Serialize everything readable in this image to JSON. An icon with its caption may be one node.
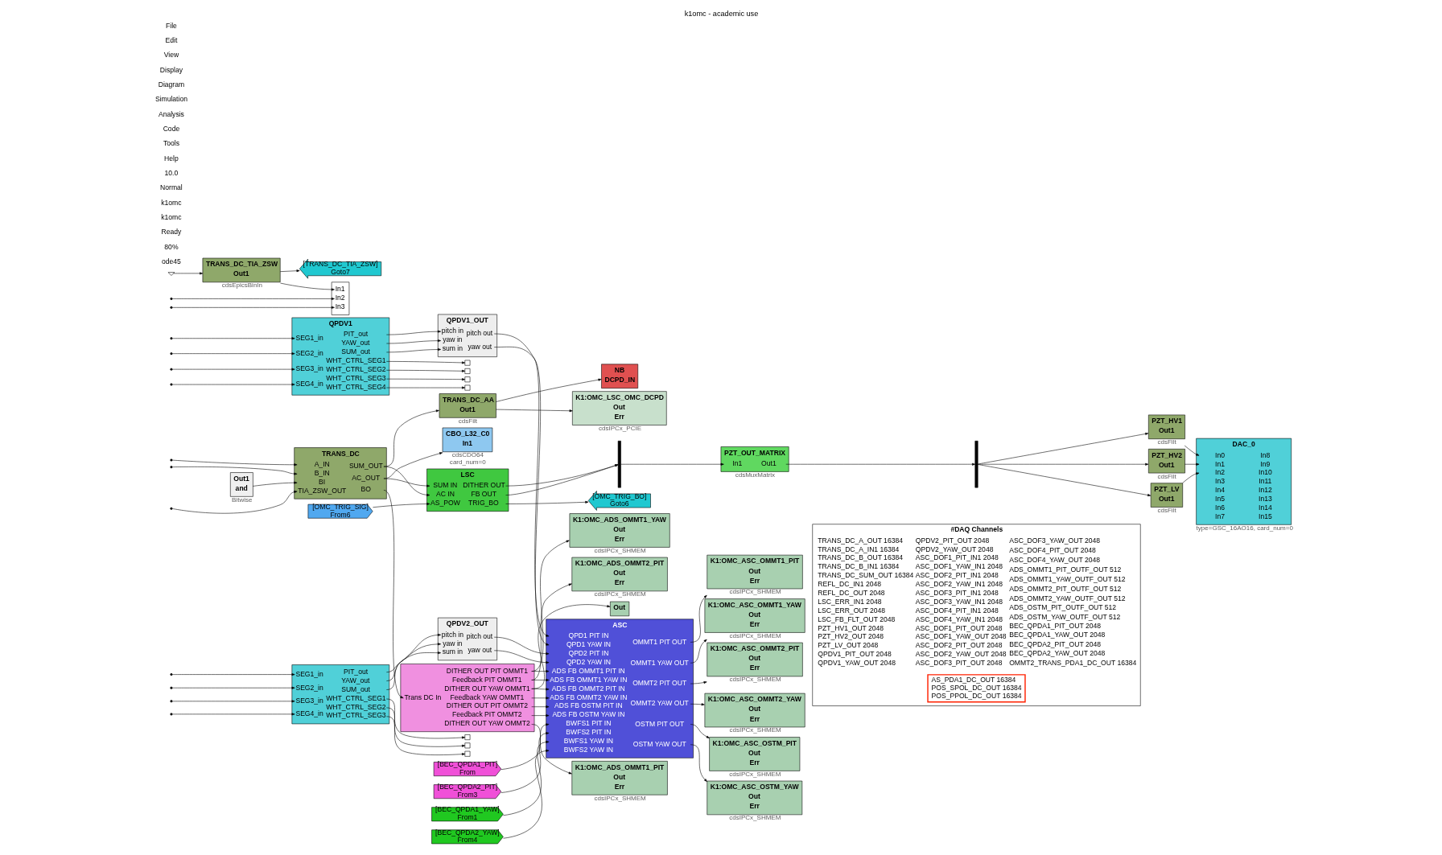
{
  "diagram": {
    "title": "k1omc - academic use",
    "nodes": [
      {
        "text": [
          "Out1",
          "and"
        ],
        "beside": [
          "Bitwise"
        ]
      },
      {
        "text": [
          "TRANS_DC",
          "A_IN",
          "B_IN",
          "BI",
          "TIA_ZSW_OUT",
          "SUM_OUT",
          "AC_OUT",
          "BO"
        ]
      },
      {
        "text": [
          "TRANS_DC_AA",
          "Out1"
        ],
        "beside": [
          "cdsFilt"
        ]
      },
      {
        "text": [
          "K1:OMC_LSC_OMC_DCPD",
          "Out",
          "Err"
        ],
        "beside": [
          "cdsIPCx_PCIE"
        ]
      },
      {
        "text": [
          "NB",
          "DCPD_IN"
        ]
      },
      {
        "text": [
          "CBO_L32_C0",
          "In1"
        ],
        "beside": [
          "cdsCDO64",
          "card_num=0"
        ]
      },
      {
        "text": [
          "LSC",
          "SUM IN",
          "AC IN",
          "AS_POW",
          "DITHER OUT",
          "FB OUT",
          "TRIG_BO"
        ]
      },
      {
        "text": [
          "[OMC_TRIG_SIG]",
          "From6"
        ]
      },
      {
        "text": [
          "[OMC_TRIG_BO]",
          "Goto6"
        ]
      },
      {
        "text": [],
        "shape": "bar"
      },
      {
        "text": [
          "PZT_OUT_MATRIX",
          "In1",
          "Out1"
        ],
        "beside": [
          "cdsMuxMatrix"
        ]
      },
      {
        "text": [],
        "shape": "bar"
      },
      {
        "text": [
          "PZT_HV1",
          "Out1"
        ],
        "beside": [
          "cdsFilt"
        ]
      },
      {
        "text": [
          "PZT_HV2",
          "Out1"
        ],
        "beside": [
          "cdsFilt"
        ]
      },
      {
        "text": [
          "PZT_LV",
          "Out1"
        ],
        "beside": [
          "cdsFilt"
        ]
      },
      {
        "text": [
          "DAC_0",
          "In0",
          "In1",
          "In2",
          "In3",
          "In4",
          "In5",
          "In6",
          "In7",
          "In8",
          "In9",
          "In10",
          "In11",
          "In12",
          "In13",
          "In14",
          "In15"
        ],
        "beside": [
          "type=GSC_16AO16, card_num=0"
        ]
      },
      {
        "text": [
          "#DAQ Channels",
          "TRANS_DC_A_OUT 16384",
          "TRANS_DC_A_IN1 16384",
          "TRANS_DC_B_OUT 16384",
          "TRANS_DC_B_IN1 16384",
          "TRANS_DC_SUM_OUT 16384",
          "REFL_DC_IN1 2048",
          "REFL_DC_OUT 2048",
          "LSC_ERR_IN1 2048",
          "LSC_ERR_OUT 2048",
          "LSC_FB_FLT_OUT 2048",
          "PZT_HV1_OUT 2048",
          "PZT_HV2_OUT 2048",
          "PZT_LV_OUT 2048",
          "QPDV1_PIT_OUT 2048",
          "QPDV1_YAW_OUT 2048",
          "QPDV2_PIT_OUT 2048",
          "QPDV2_YAW_OUT 2048",
          "ASC_DOF1_PIT_IN1 2048",
          "ASC_DOF1_YAW_IN1 2048",
          "ASC_DOF2_PIT_IN1 2048",
          "ASC_DOF2_YAW_IN1 2048",
          "ASC_DOF3_PIT_IN1 2048",
          "ASC_DOF3_YAW_IN1 2048",
          "ASC_DOF4_PIT_IN1 2048",
          "ASC_DOF4_YAW_IN1 2048",
          "ASC_DOF1_PIT_OUT 2048",
          "ASC_DOF1_YAW_OUT 2048",
          "ASC_DOF2_PIT_OUT 2048",
          "ASC_DOF2_YAW_OUT 2048",
          "ASC_DOF3_PIT_OUT 2048",
          "ASC_DOF3_YAW_OUT 2048",
          "ASC_DOF4_PIT_OUT 2048",
          "ASC_DOF4_YAW_OUT 2048",
          "ADS_OMMT1_PIT_OUTF_OUT 512",
          "ADS_OMMT1_YAW_OUTF_OUT 512",
          "ADS_OMMT2_PIT_OUTF_OUT 512",
          "ADS_OMMT2_YAW_OUTF_OUT 512",
          "ADS_OSTM_PIT_OUTF_OUT 512",
          "ADS_OSTM_YAW_OUTF_OUT 512",
          "BEC_QPDA1_PIT_OUT 2048",
          "BEC_QPDA1_YAW_OUT 2048",
          "BEC_QPDA2_PIT_OUT 2048",
          "BEC_QPDA2_YAW_OUT 2048",
          "OMMT2_TRANS_PDA1_DC_OUT 16384"
        ]
      },
      {
        "text": [
          "AS_PDA1_DC_OUT 16384",
          "POS_SPOL_DC_OUT 16384",
          "POS_PPOL_DC_OUT 16384"
        ],
        "in": 16
      },
      {
        "text": [
          "QPDV1",
          "SEG1_in",
          "SEG2_in",
          "SEG3_in",
          "SEG4_in",
          "PIT_out",
          "YAW_out",
          "SUM_out",
          "WHT_CTRL_SEG1",
          "WHT_CTRL_SEG2",
          "WHT_CTRL_SEG3",
          "WHT_CTRL_SEG4"
        ]
      },
      {
        "text": [
          "QPDV1_OUT",
          "pitch in",
          "yaw in",
          "sum in",
          "pitch out",
          "yaw out"
        ]
      },
      {
        "text": [
          "QPDV2_OUT",
          "pitch in",
          "yaw in",
          "sum in",
          "pitch out",
          "yaw out"
        ]
      },
      {
        "text": [
          "SEG1_in",
          "SEG2_in",
          "SEG3_in",
          "SEG4_in",
          "PIT_out",
          "YAW_out",
          "SUM_out",
          "WHT_CTRL_SEG1",
          "WHT_CTRL_SEG2",
          "WHT_CTRL_SEG3"
        ]
      },
      {
        "text": [],
        "shape": "terminator"
      },
      {
        "text": [],
        "shape": "terminator"
      },
      {
        "text": [],
        "shape": "terminator"
      },
      {
        "text": [],
        "shape": "terminator"
      },
      {
        "text": [],
        "shape": "terminator"
      },
      {
        "text": [],
        "shape": "terminator"
      },
      {
        "text": [],
        "shape": "terminator"
      },
      {
        "text": [
          "ASC",
          "QPD1 PIT IN",
          "QPD1 YAW IN",
          "QPD2 PIT IN",
          "QPD2 YAW IN",
          "ADS FB OMMT1 PIT IN",
          "ADS FB OMMT1 YAW IN",
          "ADS FB OMMT2 PIT IN",
          "ADS FB OMMT2 YAW IN",
          "ADS FB OSTM PIT IN",
          "ADS FB OSTM YAW IN",
          "BWFS1 PIT IN",
          "BWFS2 PIT IN",
          "BWFS1 YAW IN",
          "BWFS2 YAW IN",
          "OMMT1 PIT OUT",
          "OMMT1 YAW OUT",
          "OMMT2 PIT OUT",
          "OMMT2 YAW OUT",
          "OSTM PIT OUT",
          "OSTM YAW OUT"
        ]
      },
      {
        "text": [
          "K1:OMC_ASC_OMMT1_PIT",
          "Out",
          "Err"
        ],
        "beside": [
          "cdsIPCx_SHMEM"
        ]
      },
      {
        "text": [
          "K1:OMC_ASC_OMMT1_YAW",
          "Out",
          "Err"
        ],
        "beside": [
          "cdsIPCx_SHMEM"
        ]
      },
      {
        "text": [
          "K1:OMC_ASC_OMMT2_PIT",
          "Out",
          "Err"
        ],
        "beside": [
          "cdsIPCx_SHMEM"
        ]
      },
      {
        "text": [
          "K1:OMC_ASC_OMMT2_YAW",
          "Out",
          "Err"
        ],
        "beside": [
          "cdsIPCx_SHMEM"
        ]
      },
      {
        "text": [
          "K1:OMC_ASC_OSTM_PIT",
          "Out",
          "Err"
        ],
        "beside": [
          "cdsIPCx_SHMEM"
        ]
      },
      {
        "text": [
          "K1:OMC_ASC_OSTM_YAW",
          "Out",
          "Err"
        ],
        "beside": [
          "cdsIPCx_SHMEM"
        ]
      },
      {
        "text": [
          "[BEC_QPDA1_PIT]",
          "From"
        ]
      },
      {
        "text": [
          "[BEC_QPDA2_PIT]",
          "From3"
        ]
      },
      {
        "text": [
          "[BEC_QPDA1_YAW]",
          "From1"
        ]
      },
      {
        "text": [
          "[BEC_QPDA2_YAW]",
          "From4"
        ]
      },
      {
        "text": [
          "Trans DC In",
          "DITHER OUT PIT OMMT1",
          "Feedback PIT OMMT1",
          "DITHER OUT YAW OMMT1",
          "Feedback YAW OMMT1",
          "DITHER OUT PIT OMMT2",
          "Feedback PIT OMMT2",
          "DITHER OUT YAW OMMT2"
        ]
      },
      {
        "text": [
          "K1:OMC_ADS_OMMT1_PIT",
          "Out",
          "Err"
        ],
        "beside": [
          "cdsIPCx_SHMEM"
        ]
      },
      {
        "text": [
          "K1:OMC_ADS_OMMT1_YAW",
          "Out",
          "Err"
        ],
        "beside": [
          "cdsIPCx_SHMEM"
        ]
      },
      {
        "text": [
          "K1:OMC_ADS_OMMT2_PIT",
          "Out",
          "Err"
        ],
        "beside": [
          "cdsIPCx_SHMEM"
        ]
      },
      {
        "text": [
          "Out"
        ]
      },
      {
        "text": [],
        "shape": "ground"
      },
      {
        "text": [
          "TRANS_DC_TIA_ZSW",
          "Out1"
        ],
        "beside": [
          "cdsEpicsBinIn"
        ]
      },
      {
        "text": [
          "[TRANS_DC_TIA_ZSW]",
          "Goto7"
        ]
      },
      {
        "text": [
          "In1",
          "In2",
          "In3"
        ]
      }
    ],
    "edges": [
      {
        "from": null,
        "to": 1,
        "arrow": "to"
      },
      {
        "from": null,
        "to": 1,
        "arrow": "to"
      },
      {
        "from": 0,
        "to": 1,
        "arrow": "to"
      },
      {
        "from": null,
        "to": 1,
        "arrow": "to"
      },
      {
        "from": 1,
        "to": 2,
        "arrow": "to"
      },
      {
        "from": 2,
        "to": 3,
        "arrow": "to"
      },
      {
        "from": 2,
        "to": 4,
        "arrow": "to"
      },
      {
        "from": 1,
        "to": 6,
        "arrow": "to"
      },
      {
        "from": 1,
        "to": 40,
        "arrow": "to"
      },
      {
        "from": 1,
        "to": 6,
        "arrow": "to"
      },
      {
        "from": 1,
        "to": 5,
        "arrow": "to"
      },
      {
        "from": 7,
        "to": 6,
        "arrow": "to"
      },
      {
        "from": 6,
        "to": 9,
        "arrow": "to"
      },
      {
        "from": 6,
        "to": 9,
        "arrow": "to"
      },
      {
        "from": 6,
        "to": 8,
        "arrow": "to"
      },
      {
        "from": 9,
        "to": 10,
        "arrow": "to"
      },
      {
        "from": 10,
        "to": 11,
        "arrow": "to"
      },
      {
        "from": 11,
        "to": 12,
        "arrow": "to"
      },
      {
        "from": 11,
        "to": 13,
        "arrow": "to"
      },
      {
        "from": 11,
        "to": 14,
        "arrow": "to"
      },
      {
        "from": 12,
        "to": 15,
        "arrow": "to"
      },
      {
        "from": 13,
        "to": 15,
        "arrow": "to"
      },
      {
        "from": 14,
        "to": 15,
        "arrow": "to"
      },
      {
        "from": null,
        "to": 18,
        "arrow": "to"
      },
      {
        "from": null,
        "to": 18,
        "arrow": "to"
      },
      {
        "from": null,
        "to": 18,
        "arrow": "to"
      },
      {
        "from": null,
        "to": 18,
        "arrow": "to"
      },
      {
        "from": 18,
        "to": 19,
        "arrow": "to"
      },
      {
        "from": 18,
        "to": 19,
        "arrow": "to"
      },
      {
        "from": 18,
        "to": 19,
        "arrow": "to"
      },
      {
        "from": 18,
        "to": 22,
        "arrow": "to"
      },
      {
        "from": 18,
        "to": 23,
        "arrow": "to"
      },
      {
        "from": 18,
        "to": 24,
        "arrow": "to"
      },
      {
        "from": 18,
        "to": 25,
        "arrow": "to"
      },
      {
        "from": null,
        "to": 21,
        "arrow": "to"
      },
      {
        "from": null,
        "to": 21,
        "arrow": "to"
      },
      {
        "from": null,
        "to": 21,
        "arrow": "to"
      },
      {
        "from": null,
        "to": 21,
        "arrow": "to"
      },
      {
        "from": 21,
        "to": 20,
        "arrow": "to"
      },
      {
        "from": 21,
        "to": 20,
        "arrow": "to"
      },
      {
        "from": 21,
        "to": 20,
        "arrow": "to"
      },
      {
        "from": 21,
        "to": 26,
        "arrow": "to"
      },
      {
        "from": 21,
        "to": 27,
        "arrow": "to"
      },
      {
        "from": 21,
        "to": 28,
        "arrow": "to"
      },
      {
        "from": 19,
        "to": 29,
        "arrow": "to"
      },
      {
        "from": 19,
        "to": 29,
        "arrow": "to"
      },
      {
        "from": 20,
        "to": 29,
        "arrow": "to"
      },
      {
        "from": 20,
        "to": 29,
        "arrow": "to"
      },
      {
        "from": 40,
        "to": 29,
        "arrow": "to"
      },
      {
        "from": 40,
        "to": 29,
        "arrow": "to"
      },
      {
        "from": 40,
        "to": 29,
        "arrow": "to"
      },
      {
        "from": 40,
        "to": 29,
        "arrow": "to"
      },
      {
        "from": 40,
        "to": 29,
        "arrow": "to"
      },
      {
        "from": 40,
        "to": 29,
        "arrow": "to"
      },
      {
        "from": 36,
        "to": 29,
        "arrow": "to"
      },
      {
        "from": 37,
        "to": 29,
        "arrow": "to"
      },
      {
        "from": 38,
        "to": 29,
        "arrow": "to"
      },
      {
        "from": 39,
        "to": 29,
        "arrow": "to"
      },
      {
        "from": 29,
        "to": 30,
        "arrow": "to"
      },
      {
        "from": 29,
        "to": 31,
        "arrow": "to"
      },
      {
        "from": 29,
        "to": 32,
        "arrow": "to"
      },
      {
        "from": 29,
        "to": 33,
        "arrow": "to"
      },
      {
        "from": 29,
        "to": 34,
        "arrow": "to"
      },
      {
        "from": 29,
        "to": 35,
        "arrow": "to"
      },
      {
        "from": 40,
        "to": 41,
        "arrow": "to"
      },
      {
        "from": 40,
        "to": 42,
        "arrow": "to"
      },
      {
        "from": 40,
        "to": 43,
        "arrow": "to"
      },
      {
        "from": 40,
        "to": 44,
        "arrow": "to"
      },
      {
        "from": 45,
        "to": 46,
        "arrow": "to"
      },
      {
        "from": 46,
        "to": 47,
        "arrow": "to"
      },
      {
        "from": 46,
        "to": 48,
        "arrow": "to"
      },
      {
        "from": null,
        "to": 48,
        "arrow": "to"
      },
      {
        "from": null,
        "to": 48,
        "arrow": "to"
      }
    ],
    "labels": [
      "File",
      "Edit",
      "View",
      "Display",
      "Diagram",
      "Simulation",
      "Analysis",
      "Code",
      "Tools",
      "Help",
      "10.0",
      "Normal",
      "k1omc",
      "k1omc",
      "Ready",
      "80%",
      "ode45"
    ]
  }
}
